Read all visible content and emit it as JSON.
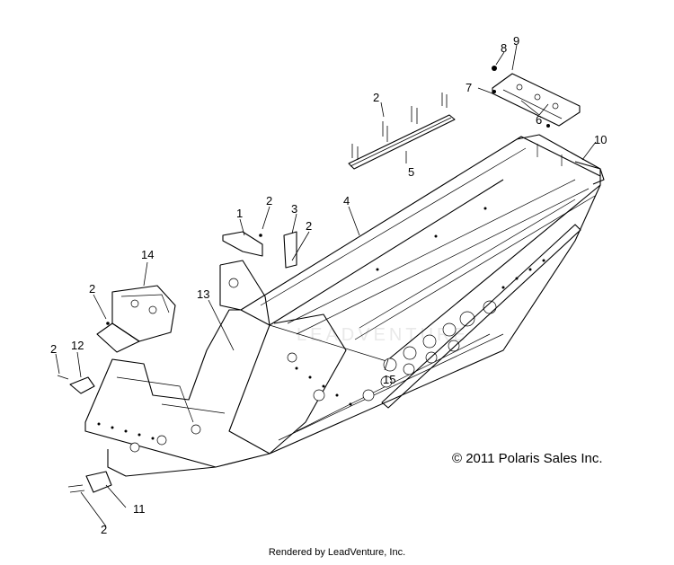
{
  "callouts": [
    {
      "id": "c1",
      "label": "1"
    },
    {
      "id": "c2a",
      "label": "2"
    },
    {
      "id": "c2b",
      "label": "2"
    },
    {
      "id": "c2c",
      "label": "2"
    },
    {
      "id": "c2d",
      "label": "2"
    },
    {
      "id": "c2e",
      "label": "2"
    },
    {
      "id": "c2f",
      "label": "2"
    },
    {
      "id": "c3",
      "label": "3"
    },
    {
      "id": "c4",
      "label": "4"
    },
    {
      "id": "c5",
      "label": "5"
    },
    {
      "id": "c6",
      "label": "6"
    },
    {
      "id": "c7",
      "label": "7"
    },
    {
      "id": "c8",
      "label": "8"
    },
    {
      "id": "c9",
      "label": "9"
    },
    {
      "id": "c10",
      "label": "10"
    },
    {
      "id": "c11",
      "label": "11"
    },
    {
      "id": "c12",
      "label": "12"
    },
    {
      "id": "c13",
      "label": "13"
    },
    {
      "id": "c14",
      "label": "14"
    },
    {
      "id": "c15",
      "label": "15"
    }
  ],
  "copyright": "© 2011 Polaris Sales Inc.",
  "footer": "Rendered by LeadVenture, Inc.",
  "watermark": "LEADVENTURE"
}
